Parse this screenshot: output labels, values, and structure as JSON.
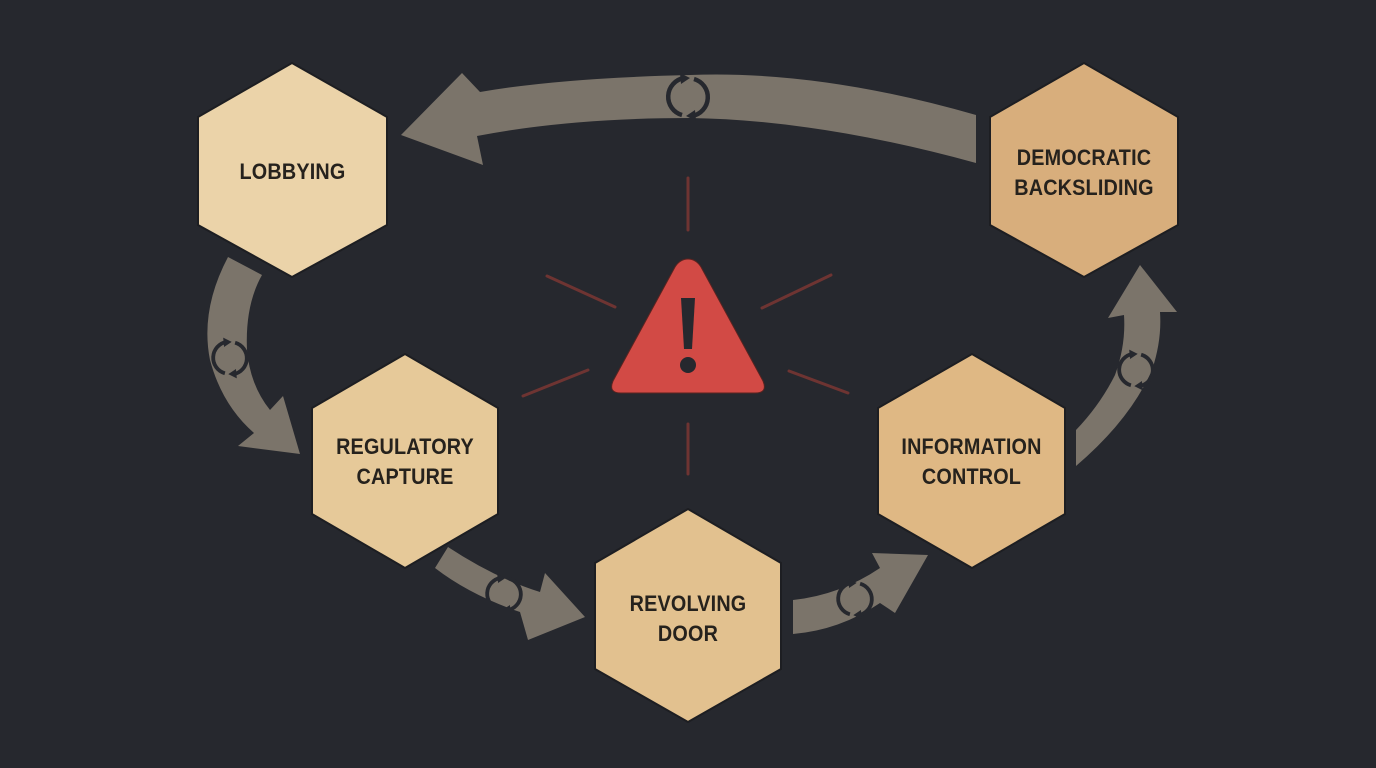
{
  "diagram": {
    "type": "cycle",
    "colors": {
      "background": "#26282e",
      "arrow": "#7b746a",
      "cycle_icon": "#26282e",
      "warning": "#d24a45",
      "warning_rays": "#6e3432",
      "text": "#26221d"
    },
    "center": {
      "icon": "warning-icon",
      "symbol": "!"
    },
    "nodes": [
      {
        "id": "lobbying",
        "label": "LOBBYING",
        "color": "#ebd3a9"
      },
      {
        "id": "regulatory-capture",
        "label": "REGULATORY\nCAPTURE",
        "color": "#e6c999"
      },
      {
        "id": "revolving-door",
        "label": "REVOLVING\nDOOR",
        "color": "#e2c18f"
      },
      {
        "id": "information-control",
        "label": "INFORMATION\nCONTROL",
        "color": "#dfb884"
      },
      {
        "id": "democratic-backsliding",
        "label": "DEMOCRATIC\nBACKSLIDING",
        "color": "#d8ae7c"
      }
    ],
    "edges": [
      {
        "from": "lobbying",
        "to": "regulatory-capture",
        "icon": "cycle-icon"
      },
      {
        "from": "regulatory-capture",
        "to": "revolving-door",
        "icon": "cycle-icon"
      },
      {
        "from": "revolving-door",
        "to": "information-control",
        "icon": "cycle-icon"
      },
      {
        "from": "information-control",
        "to": "democratic-backsliding",
        "icon": "cycle-icon"
      },
      {
        "from": "democratic-backsliding",
        "to": "lobbying",
        "icon": "cycle-icon"
      }
    ]
  }
}
